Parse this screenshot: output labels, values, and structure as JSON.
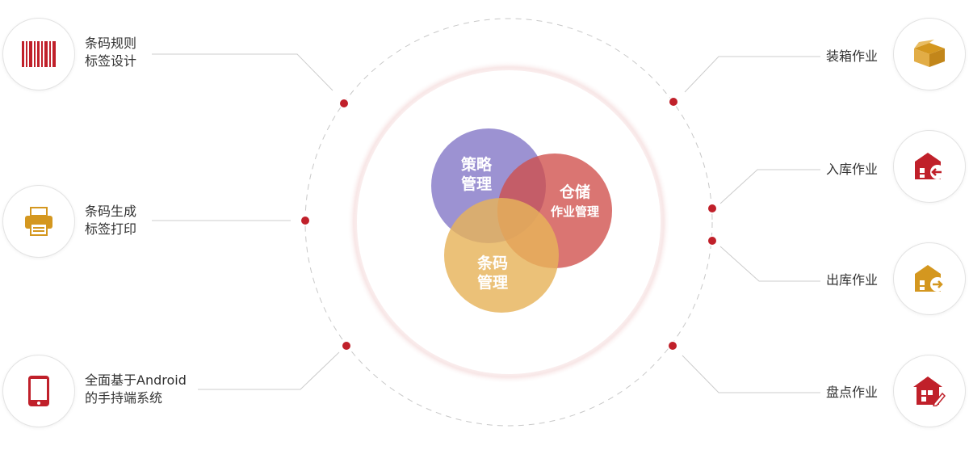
{
  "center": {
    "strategy": {
      "line1": "策略",
      "line2": "管理",
      "color": "#8b7fca"
    },
    "warehouse": {
      "line1": "仓储",
      "line2": "作业管理",
      "color": "#cf4e4a"
    },
    "barcode": {
      "line1": "条码",
      "line2": "管理",
      "color": "#e7b35a"
    }
  },
  "left": [
    {
      "line1": "条码规则",
      "line2": "标签设计",
      "icon": "barcode-icon"
    },
    {
      "line1": "条码生成",
      "line2": "标签打印",
      "icon": "printer-icon"
    },
    {
      "line1": "全面基于Android",
      "line2": "的手持端系统",
      "icon": "handheld-device-icon"
    }
  ],
  "right": [
    {
      "label": "装箱作业",
      "icon": "box-icon"
    },
    {
      "label": "入库作业",
      "icon": "warehouse-inbound-icon"
    },
    {
      "label": "出库作业",
      "icon": "warehouse-outbound-icon"
    },
    {
      "label": "盘点作业",
      "icon": "warehouse-inventory-icon"
    }
  ],
  "colors": {
    "accent_red": "#c0202a",
    "gold": "#d4971f",
    "line": "#cccccc"
  }
}
